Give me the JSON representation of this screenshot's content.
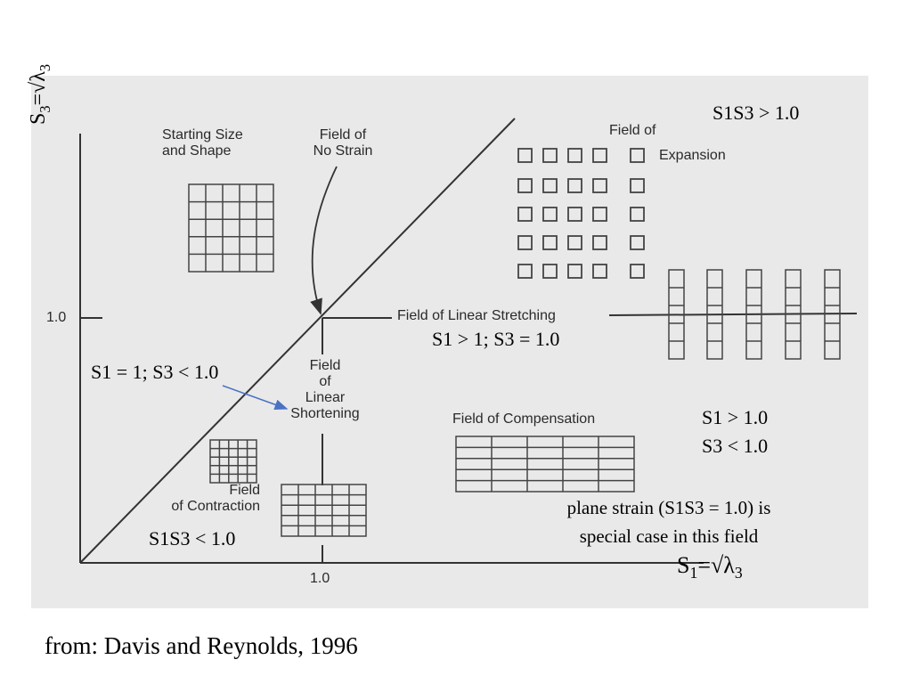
{
  "figure": {
    "y_axis_label": {
      "prefix": "S",
      "sub": "3",
      "mid": "=√λ",
      "sub2": "3"
    },
    "x_axis_label": {
      "prefix": "S",
      "sub": "1",
      "mid": "=√λ",
      "sub2": "3"
    },
    "y_tick": "1.0",
    "x_tick": "1.0",
    "fields": {
      "starting": "Starting Size\nand Shape",
      "no_strain": "Field of\nNo Strain",
      "expansion_title_1": "Field of",
      "expansion_title_2": "Expansion",
      "linear_stretching": "Field of Linear Stretching",
      "linear_shortening": "Field\nof\nLinear\nShortening",
      "compensation": "Field of Compensation",
      "contraction": "Field\nof Contraction"
    },
    "annotations": {
      "s1s3_gt": "S1S3 > 1.0",
      "stretching_cond": "S1 > 1; S3 = 1.0",
      "shortening_cond": "S1 = 1; S3 < 1.0",
      "s1_gt": "S1 > 1.0",
      "s3_lt": "S3 < 1.0",
      "plane_strain_1": "plane strain (S1S3 = 1.0) is",
      "plane_strain_2": "special case in this field",
      "contraction_cond": "S1S3 < 1.0"
    }
  },
  "footer": "from: Davis and Reynolds, 1996",
  "colors": {
    "scan_bg": "#e9e9e9",
    "ink": "#333333",
    "arrow": "#4a72c4"
  }
}
